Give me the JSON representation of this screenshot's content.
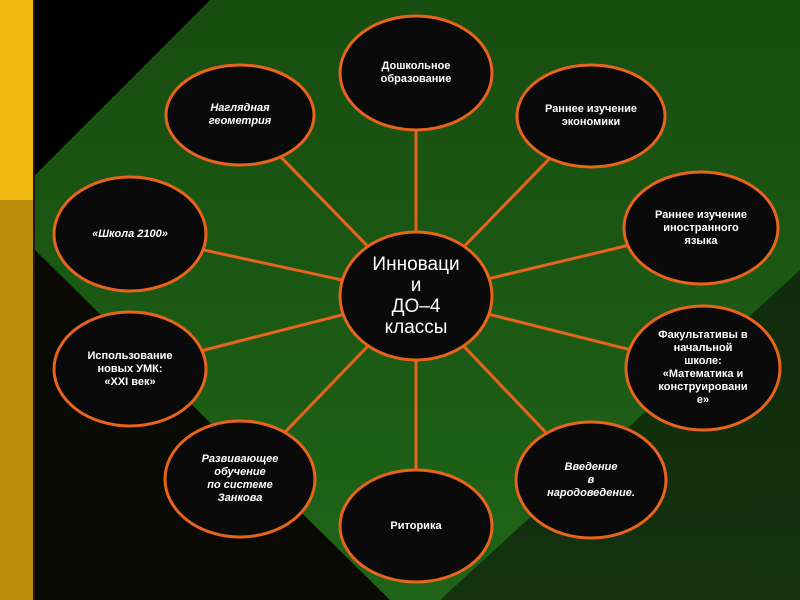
{
  "colors": {
    "background_dark": "#000000",
    "background_green": "#1d5a14",
    "accent_orange": "#e8631c",
    "stripe_yellow": "#f1b80f",
    "text": "#ffffff"
  },
  "center": {
    "label": "Инноваци\nи\nДО–4\nклассы"
  },
  "nodes": [
    {
      "id": "preschool",
      "label": "Дошкольное\nобразование",
      "italic": false
    },
    {
      "id": "economics",
      "label": "Раннее изучение\nэкономики",
      "italic": false
    },
    {
      "id": "foreign-language",
      "label": "Раннее изучение\nиностранного\nязыка",
      "italic": false
    },
    {
      "id": "electives",
      "label": "Факультативы в\nначальной\nшколе:\n«Математика и\nконструировани\nе»",
      "italic": false
    },
    {
      "id": "folklore",
      "label": "Введение\nв\nнародоведение.",
      "italic": true
    },
    {
      "id": "rhetoric",
      "label": "Риторика",
      "italic": false
    },
    {
      "id": "zankov",
      "label": "Развивающее\nобучение\nпо системе\nЗанкова",
      "italic": true
    },
    {
      "id": "umk",
      "label": "Использование\nновых УМК:\n«XXI век»",
      "italic": false
    },
    {
      "id": "school-2100",
      "label": "«Школа  2100»",
      "italic": true
    },
    {
      "id": "geometry",
      "label": "Наглядная\nгеометрия",
      "italic": true
    }
  ]
}
